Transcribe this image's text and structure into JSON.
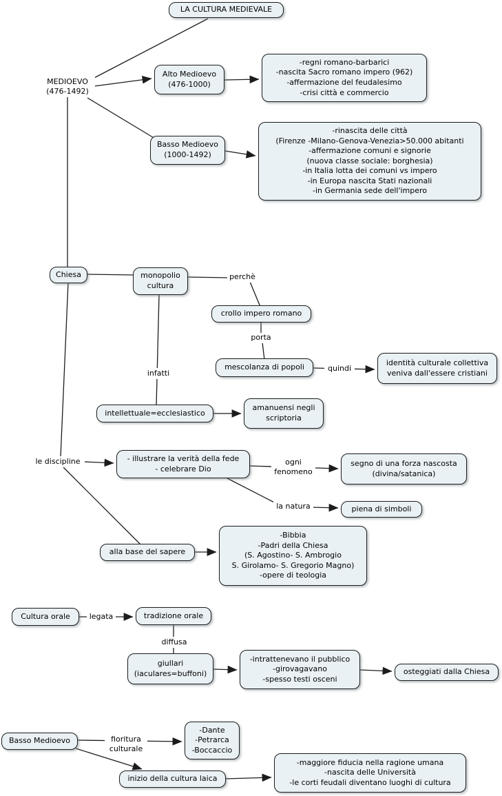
{
  "colors": {
    "node_fill": "#e9f1f4",
    "node_border": "#1c1c1c",
    "connector": "#1c1c1c",
    "background": "#ffffff"
  },
  "nodes": {
    "title": "LA CULTURA MEDIEVALE",
    "medioevo": "MEDIOEVO\n(476-1492)",
    "alto_medioevo": "Alto Medioevo\n(476-1000)",
    "alto_dettagli": "-regni romano-barbarici\n-nascita Sacro romano impero (962)\n-affermazione del feudalesimo\n-crisi città e commercio",
    "basso_medioevo": "Basso Medioevo\n(1000-1492)",
    "basso_dettagli": "-rinascita delle città\n(Firenze -Milano-Genova-Venezia>50.000 abitanti\n-affermazione comuni e signorie\n(nuova classe sociale: borghesia)\n-in Italia lotta dei comuni vs impero\n-in Europa nascita Stati nazionali\n-in Germania sede dell'impero",
    "chiesa": "Chiesa",
    "monopolio_cultura": "monopolio\ncultura",
    "crollo_impero": "crollo impero romano",
    "mescolanza_popoli": "mescolanza di popoli",
    "identita_culturale": "identità culturale collettiva\nveniva dall'essere cristiani",
    "intellettuale": "intellettuale=ecclesiastico",
    "amanuensi": "amanuensi negli\nscriptoria",
    "le_discipline": "le discipline",
    "illustrare_fede": "- illustrare la verità della fede\n- celebrare Dio",
    "segno_forza": "segno di una forza nascosta\n(divina/satanica)",
    "piena_simboli": "piena di simboli",
    "alla_base_sapere": "alla base del sapere",
    "bibbia": "-Bibbia\n-Padri della Chiesa\n(S. Agostino- S. Ambrogio\nS. Girolamo- S. Gregorio Magno)\n-opere di teologia",
    "cultura_orale": "Cultura orale",
    "tradizione_orale": "tradizione orale",
    "giullari": "giullari\n(iaculares=buffoni)",
    "giullari_dettagli": "-intrattenevano il pubblico\n-girovagavano\n-spesso testi osceni",
    "osteggiati": "osteggiati dalla Chiesa",
    "basso_medioevo_2": "Basso Medioevo",
    "autori": "-Dante\n-Petrarca\n-Boccaccio",
    "cultura_laica": "inizio della cultura laica",
    "laica_dettagli": "-maggiore fiducia nella ragione umana\n-nascita delle Università\n-le corti feudali diventano luoghi di cultura"
  },
  "link_labels": {
    "perche": "perchè",
    "porta": "porta",
    "quindi": "quindi",
    "infatti": "infatti",
    "ogni_fenomeno": "ogni\nfenomeno",
    "la_natura": "la natura",
    "legata": "legata",
    "diffusa": "diffusa",
    "fioritura_culturale": "fioritura\nculturale"
  }
}
